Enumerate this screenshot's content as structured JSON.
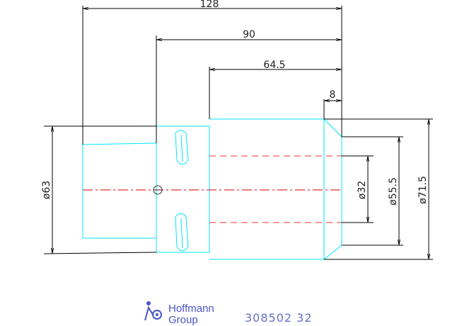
{
  "dimensions": {
    "overall_length": "128",
    "length_90": "90",
    "length_64_5": "64.5",
    "chamfer": "8",
    "dia_63": "ø63",
    "dia_32": "ø32",
    "dia_55_5": "ø55.5",
    "dia_71_5": "ø71.5"
  },
  "brand": {
    "line1": "Hoffmann",
    "line2": "Group"
  },
  "part_number": "308502 32",
  "colors": {
    "outline": "#00e5ff",
    "hidden_and_center": "#e83030",
    "dimension": "#000000",
    "brand": "#4a55c8"
  },
  "logo_icon": "hoffmann-group-figure-icon"
}
